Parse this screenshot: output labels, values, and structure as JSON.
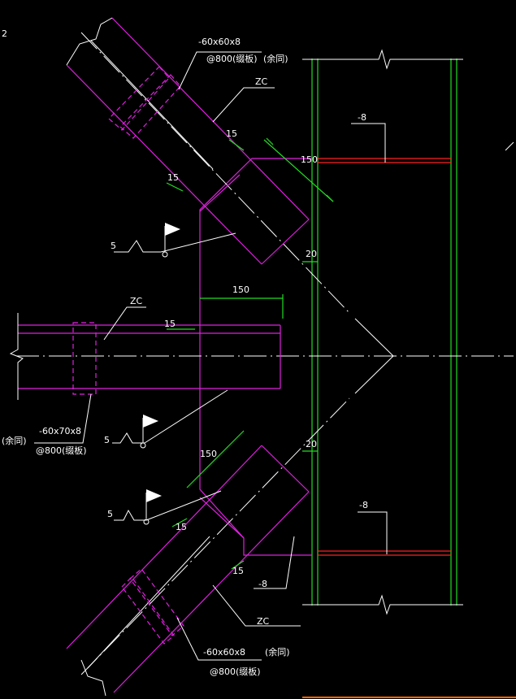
{
  "labels": {
    "corner_mark": "2",
    "top_plate_spec": "-60x60x8",
    "top_plate_note": "(余同)",
    "top_plate_spacing": "@800(缀板)",
    "zc_top": "ZC",
    "dim_15_top_a": "15",
    "dim_15_top_b": "15",
    "dim_150_top": "150",
    "stiffener_top": "-8",
    "weld_size_top": "5",
    "dim_20_top": "20",
    "dim_150_mid": "150",
    "zc_mid": "ZC",
    "dim_15_mid": "15",
    "mid_plate_note": "(余同)",
    "mid_plate_spec": "-60x70x8",
    "mid_plate_spacing": "@800(缀板)",
    "weld_size_mid": "5",
    "dim_150_bot": "150",
    "dim_20_bot": "20",
    "stiffener_bot": "-8",
    "weld_size_bot": "5",
    "dim_15_bot_a": "15",
    "dim_15_bot_b": "15",
    "gusset_thk": "-8",
    "zc_bot": "ZC",
    "bot_plate_spec": "-60x60x8",
    "bot_plate_note": "(余同)",
    "bot_plate_spacing": "@800(缀板)"
  },
  "colors": {
    "background": "#000000",
    "brace": "#e020e0",
    "column": "#22dd22",
    "stiffener": "#ff2020",
    "annotation": "#ffffff"
  }
}
